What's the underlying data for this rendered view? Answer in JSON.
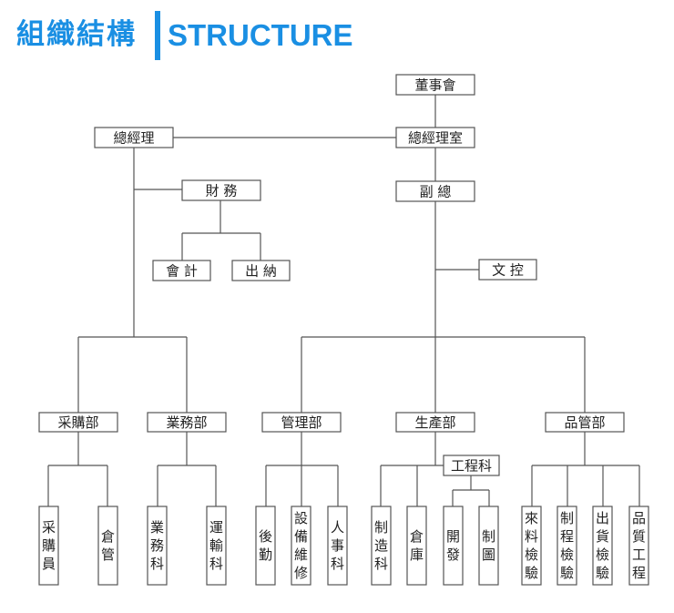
{
  "header": {
    "title_zh": "組織結構",
    "title_en": "STRUCTURE",
    "accent_color": "#1a8fe3"
  },
  "org": {
    "board": "董事會",
    "gm_office": "總經理室",
    "gm": "總經理",
    "finance": "財 務",
    "accounting": "會 計",
    "cashier": "出 納",
    "deputy_gm": "副 總",
    "doc_control": "文 控",
    "purchasing_dept": "采購部",
    "sales_dept": "業務部",
    "management_dept": "管理部",
    "production_dept": "生產部",
    "qc_dept": "品管部",
    "engineering": "工程科",
    "purchasing": "采購員",
    "warehouse_mgmt": "倉管",
    "sales_section": "業務科",
    "transport_section": "運輸科",
    "logistics": "後勤",
    "maintenance": "設備維修",
    "hr_section": "人事科",
    "manufacturing": "制造科",
    "warehouse": "倉庫",
    "development": "開發",
    "drafting": "制圖",
    "incoming_inspection": "來料檢驗",
    "process_inspection": "制程檢驗",
    "shipping_inspection": "出貨檢驗",
    "quality_engineering": "品質工程"
  }
}
